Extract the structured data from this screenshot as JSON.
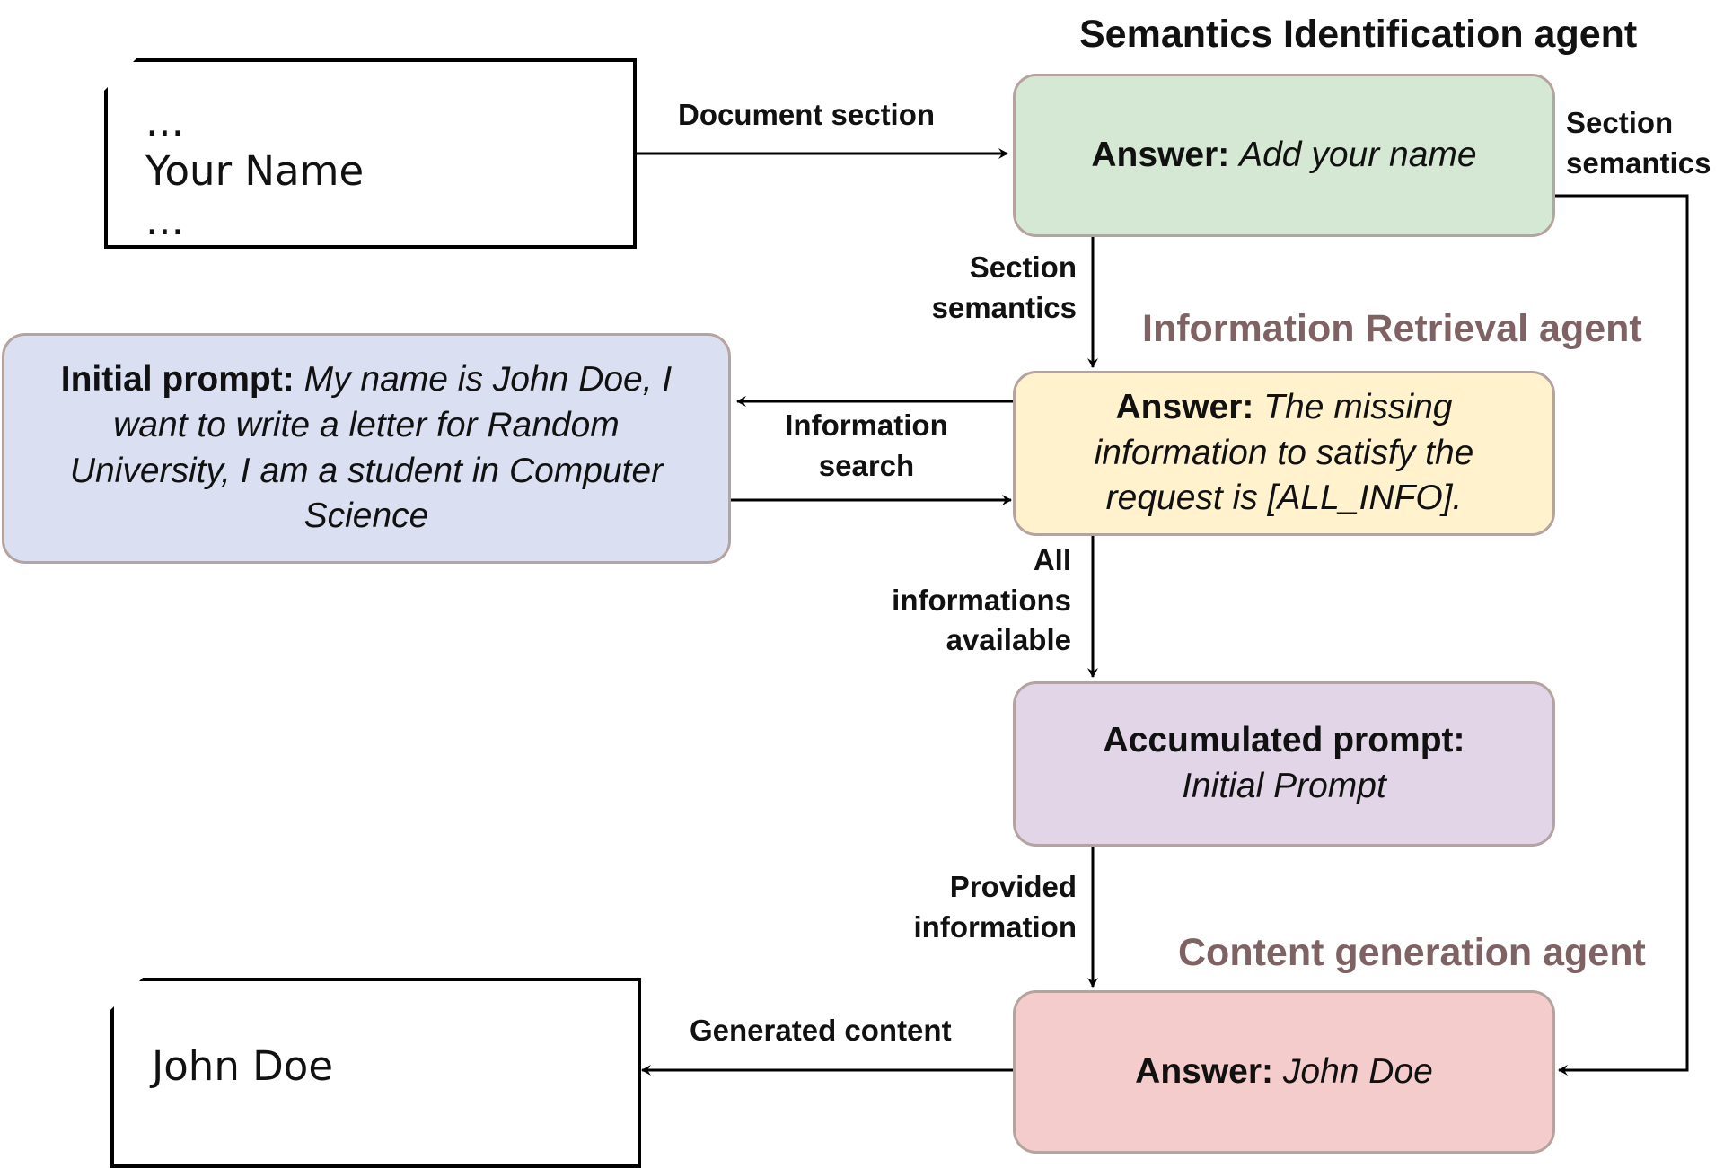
{
  "colors": {
    "semantics_box": "#d5e8d4",
    "retrieval_box": "#fff2cc",
    "initial_box": "#dae0f2",
    "accumulated_box": "#e1d5e7",
    "generation_box": "#f4cccc",
    "agent_title_dark": "#111111",
    "agent_title_muted": "#7f6264"
  },
  "source_doc": {
    "line1": "...",
    "line2": "Your Name",
    "line3": "..."
  },
  "output_doc": {
    "text": "John Doe"
  },
  "agents": {
    "semantics": "Semantics Identification agent",
    "retrieval": "Information Retrieval agent",
    "generation": "Content generation agent"
  },
  "boxes": {
    "semantics": {
      "bold": "Answer:",
      "italic": "Add your name"
    },
    "retrieval": {
      "bold": "Answer:",
      "italic_1": "The missing",
      "italic_2": "information to satisfy the",
      "italic_3": "request is [ALL_INFO]."
    },
    "initial": {
      "bold": "Initial prompt:",
      "italic_1": "My name is John Doe, I",
      "italic_2": "want to write a letter for Random",
      "italic_3": "University, I am a student in Computer",
      "italic_4": "Science"
    },
    "accumulated": {
      "bold": "Accumulated prompt:",
      "italic": "Initial Prompt"
    },
    "generation": {
      "bold": "Answer:",
      "italic": "John Doe"
    }
  },
  "edges": {
    "document_section": "Document section",
    "section_semantics_down": {
      "line1": "Section",
      "line2": "semantics"
    },
    "section_semantics_right": {
      "line1": "Section",
      "line2": "semantics"
    },
    "information_search": {
      "line1": "Information",
      "line2": "search"
    },
    "all_informations": {
      "line1": "All",
      "line2": "informations",
      "line3": "available"
    },
    "provided_information": {
      "line1": "Provided",
      "line2": "information"
    },
    "generated_content": "Generated content"
  }
}
